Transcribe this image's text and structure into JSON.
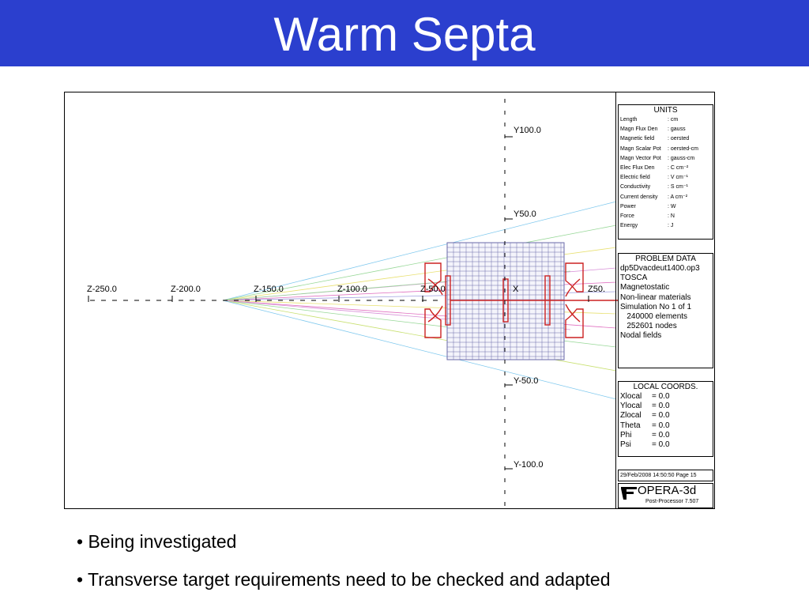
{
  "title": "Warm Septa",
  "plot": {
    "z_labels": [
      "Z-250.0",
      "Z-200.0",
      "Z-150.0",
      "Z-100.0",
      "Z-50.0",
      "X",
      "Z50."
    ],
    "y_labels": [
      "Y100.0",
      "Y50.0",
      "Y-50.0",
      "Y-100.0"
    ]
  },
  "units_panel": {
    "title": "UNITS",
    "rows": [
      {
        "key": "Length",
        "value": ": cm"
      },
      {
        "key": "Magn Flux Den",
        "value": ": gauss"
      },
      {
        "key": "Magnetic field",
        "value": ": oersted"
      },
      {
        "key": "Magn Scalar Pot",
        "value": ": oersted-cm"
      },
      {
        "key": "Magn Vector Pot",
        "value": ": gauss-cm"
      },
      {
        "key": "Elec Flux Den",
        "value": ": C cm⁻²"
      },
      {
        "key": "Electric field",
        "value": ": V cm⁻¹"
      },
      {
        "key": "Conductivity",
        "value": ": S cm⁻¹"
      },
      {
        "key": "Current density",
        "value": ": A cm⁻²"
      },
      {
        "key": "Power",
        "value": ": W"
      },
      {
        "key": "Force",
        "value": ": N"
      },
      {
        "key": "Energy",
        "value": ": J"
      }
    ]
  },
  "problem_panel": {
    "title": "PROBLEM DATA",
    "lines": [
      "dp5Dvacdeut1400.op3",
      "TOSCA",
      "Magnetostatic",
      "Non-linear materials",
      "Simulation No 1 of 1",
      "   240000 elements",
      "   252601 nodes",
      "Nodal fields"
    ]
  },
  "local_coords_panel": {
    "title": "LOCAL COORDS.",
    "rows": [
      {
        "key": "Xlocal",
        "value": "= 0.0"
      },
      {
        "key": "Ylocal",
        "value": "= 0.0"
      },
      {
        "key": "Zlocal",
        "value": "= 0.0"
      },
      {
        "key": "Theta",
        "value": "= 0.0"
      },
      {
        "key": "Phi",
        "value": "= 0.0"
      },
      {
        "key": "Psi",
        "value": "= 0.0"
      }
    ]
  },
  "timestamp": "29/Feb/2008 14:50:50 Page 15",
  "logo": {
    "name": "OPERA-3d",
    "subtitle": "Post-Processor  7.507"
  },
  "bullets": [
    "• Being investigated",
    "• Transverse target requirements need to be checked and adapted"
  ],
  "colors": {
    "title_bar": "#2b3fce",
    "magnet": "#cc2222",
    "mesh": "#6a6aaa"
  }
}
